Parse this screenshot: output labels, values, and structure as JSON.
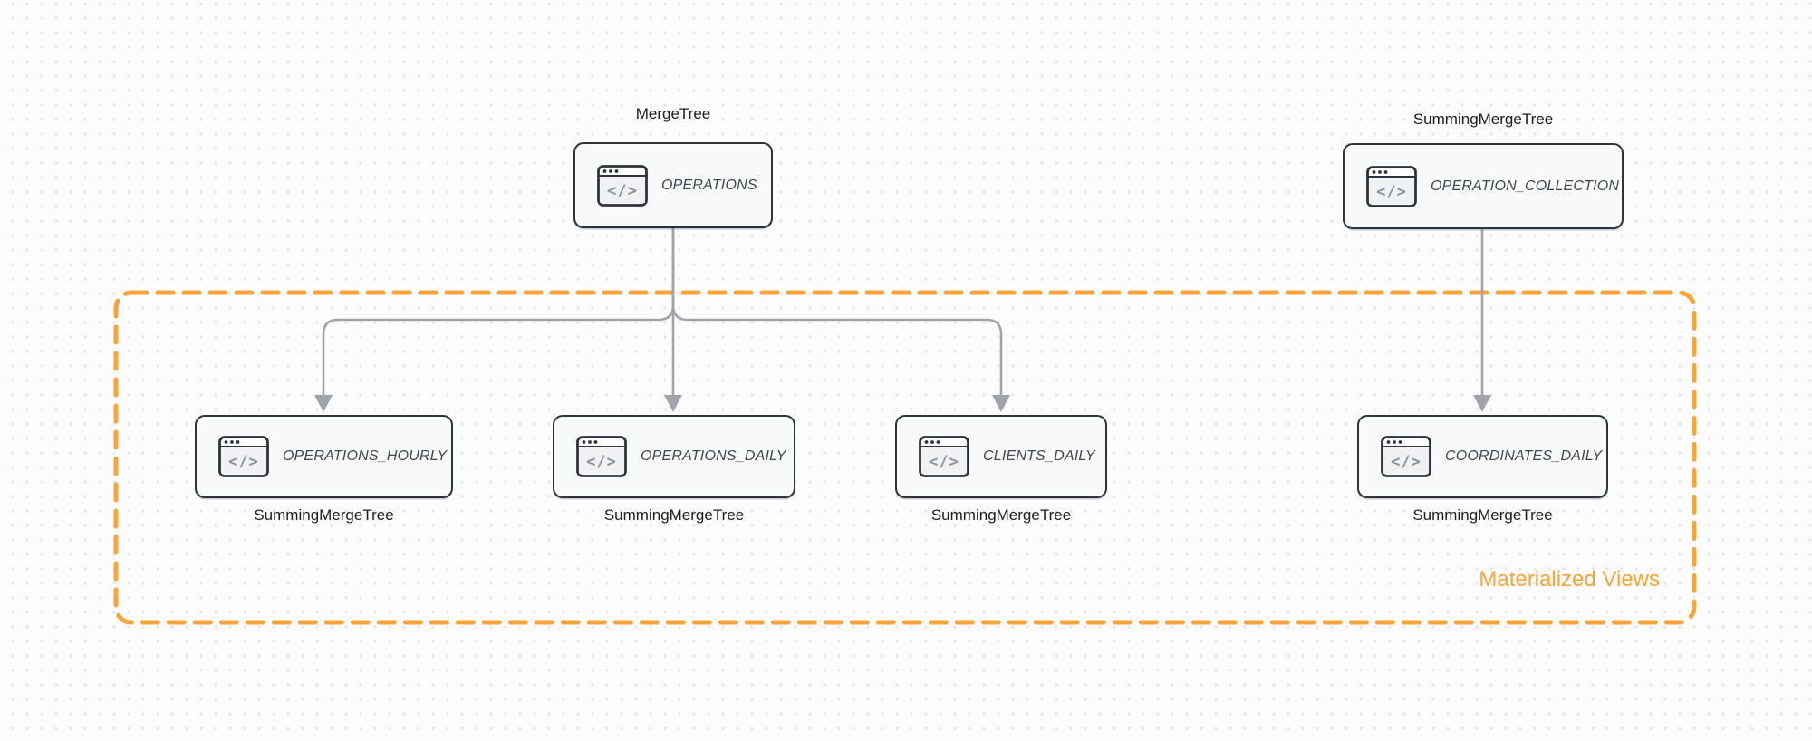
{
  "colors": {
    "accent_orange": "#F6A43C",
    "arrow_gray": "#A0A4AA",
    "node_border": "#2E343B",
    "node_background": "#F8F9F9",
    "node_title_text": "#3F464E",
    "engine_label_text": "#1A1D21",
    "canvas_background": "#FCFCFC",
    "grid_dot": "#E3E4E6"
  },
  "group": {
    "label": "Materialized Views"
  },
  "node_icon_glyph": "</>",
  "nodes": [
    {
      "id": "operations",
      "title": "OPERATIONS",
      "engine": "MergeTree",
      "engine_label_position": "above",
      "icon": "code-window-icon"
    },
    {
      "id": "operation-collection",
      "title": "OPERATION_COLLECTION",
      "engine": "SummingMergeTree",
      "engine_label_position": "above",
      "icon": "code-window-icon"
    },
    {
      "id": "operations-hourly",
      "title": "OPERATIONS_HOURLY",
      "engine": "SummingMergeTree",
      "engine_label_position": "below",
      "icon": "code-window-icon"
    },
    {
      "id": "operations-daily",
      "title": "OPERATIONS_DAILY",
      "engine": "SummingMergeTree",
      "engine_label_position": "below",
      "icon": "code-window-icon"
    },
    {
      "id": "clients-daily",
      "title": "CLIENTS_DAILY",
      "engine": "SummingMergeTree",
      "engine_label_position": "below",
      "icon": "code-window-icon"
    },
    {
      "id": "coordinates-daily",
      "title": "COORDINATES_DAILY",
      "engine": "SummingMergeTree",
      "engine_label_position": "below",
      "icon": "code-window-icon"
    }
  ],
  "edges": [
    {
      "from": "OPERATIONS",
      "to": "OPERATIONS_HOURLY"
    },
    {
      "from": "OPERATIONS",
      "to": "OPERATIONS_DAILY"
    },
    {
      "from": "OPERATIONS",
      "to": "CLIENTS_DAILY"
    },
    {
      "from": "OPERATION_COLLECTION",
      "to": "COORDINATES_DAILY"
    }
  ]
}
